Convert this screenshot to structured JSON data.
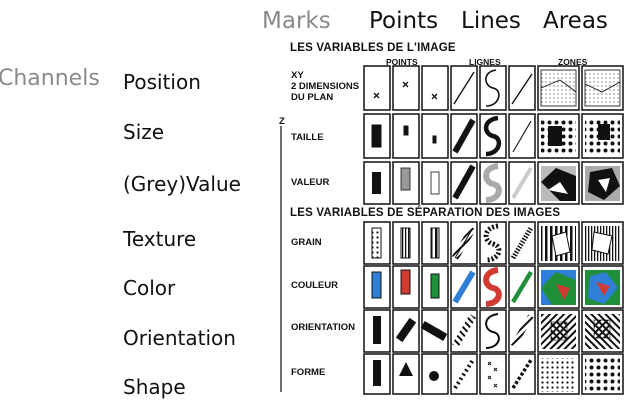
{
  "headers": {
    "marks": "Marks",
    "points": "Points",
    "lines": "Lines",
    "areas": "Areas"
  },
  "channels": {
    "title": "Channels",
    "items": [
      "Position",
      "Size",
      "(Grey)Value",
      "Texture",
      "Color",
      "Orientation",
      "Shape"
    ]
  },
  "figure": {
    "section1_title": "LES VARIABLES DE L'IMAGE",
    "section2_title": "LES VARIABLES DE SÉPARATION DES IMAGES",
    "col_points": "POINTS",
    "col_lines": "LIGNES",
    "col_zones": "ZONES",
    "axis_xy": "XY",
    "axis_z": "Z",
    "row_position_line1": "2 DIMENSIONS",
    "row_position_line2": "DU PLAN",
    "row_size": "TAILLE",
    "row_value": "VALEUR",
    "row_texture": "GRAIN",
    "row_color": "COULEUR",
    "row_orientation": "ORIENTATION",
    "row_shape": "FORME"
  },
  "colors": {
    "blue": "#2f7fd6",
    "red": "#d23b32",
    "green": "#1f8f3a"
  }
}
